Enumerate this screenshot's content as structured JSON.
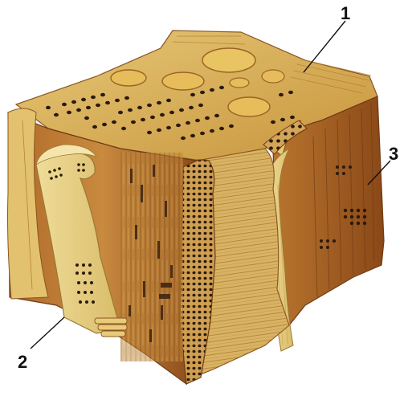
{
  "labels": {
    "callout_1": "1",
    "callout_2": "2",
    "callout_3": "3"
  },
  "palette": {
    "background": "#ffffff",
    "wood_light": "#e2c26e",
    "wood_mid": "#c8943c",
    "wood_dark": "#9a5a22",
    "wood_deep": "#6e3a14",
    "cell_wall_pale": "#f1dfa0",
    "pore": "#2a1a0c",
    "ink": "#111111"
  },
  "illustration": {
    "subject": "wood-tissue-block",
    "callouts": [
      {
        "number": "1",
        "target": "top-right-surface"
      },
      {
        "number": "2",
        "target": "left-peeled-sheet"
      },
      {
        "number": "3",
        "target": "right-face-pores"
      }
    ]
  }
}
